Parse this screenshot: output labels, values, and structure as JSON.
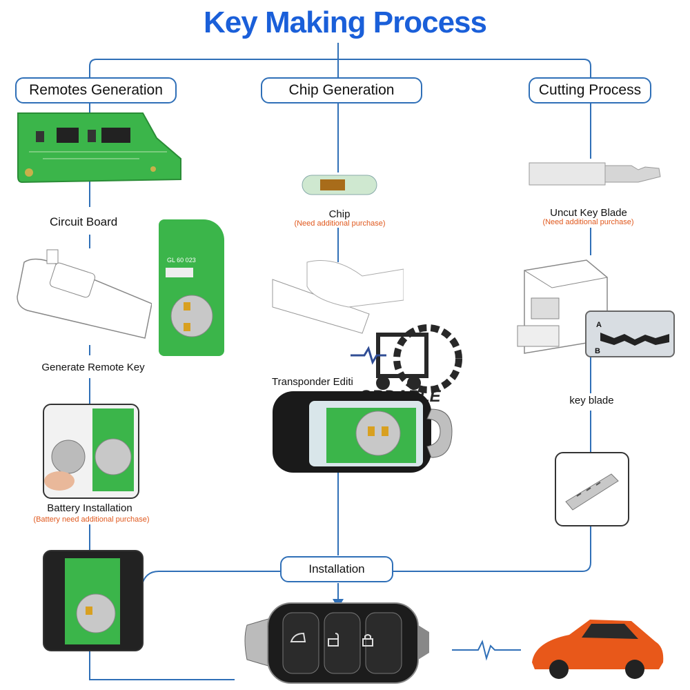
{
  "title": "Key Making Process",
  "stages": {
    "remotes": "Remotes Generation",
    "chip": "Chip Generation",
    "cutting": "Cutting Process",
    "install": "Installation"
  },
  "labels": {
    "circuit_board": "Circuit Board",
    "generate_remote_key": "Generate Remote Key",
    "battery_installation": "Battery Installation",
    "battery_note": "(Battery need additional purchase)",
    "chip": "Chip",
    "chip_note": "(Need additional purchase)",
    "transponder_editing": "Transponder Editi",
    "uncut_key_blade": "Uncut Key  Blade",
    "blade_note": "(Need additional purchase)",
    "key_blade": "key blade",
    "graph_a": "A",
    "graph_b": "B",
    "pcb_code": "GL 60 023",
    "watermark": "OBDABLE"
  },
  "colors": {
    "title": "#1a5fd9",
    "connector": "#2f6fb7",
    "note": "#e0581d",
    "pcb": "#3bb54a",
    "car": "#e8581a"
  },
  "icons": [
    "remote-pcb-icon",
    "chip-icon",
    "key-blade-icon",
    "key-programmer-icon",
    "cutting-machine-icon",
    "battery-icon",
    "flip-key-icon",
    "car-icon",
    "signal-wave-icon",
    "watermark-logo-icon",
    "lock-icon",
    "unlock-icon",
    "trunk-icon"
  ]
}
